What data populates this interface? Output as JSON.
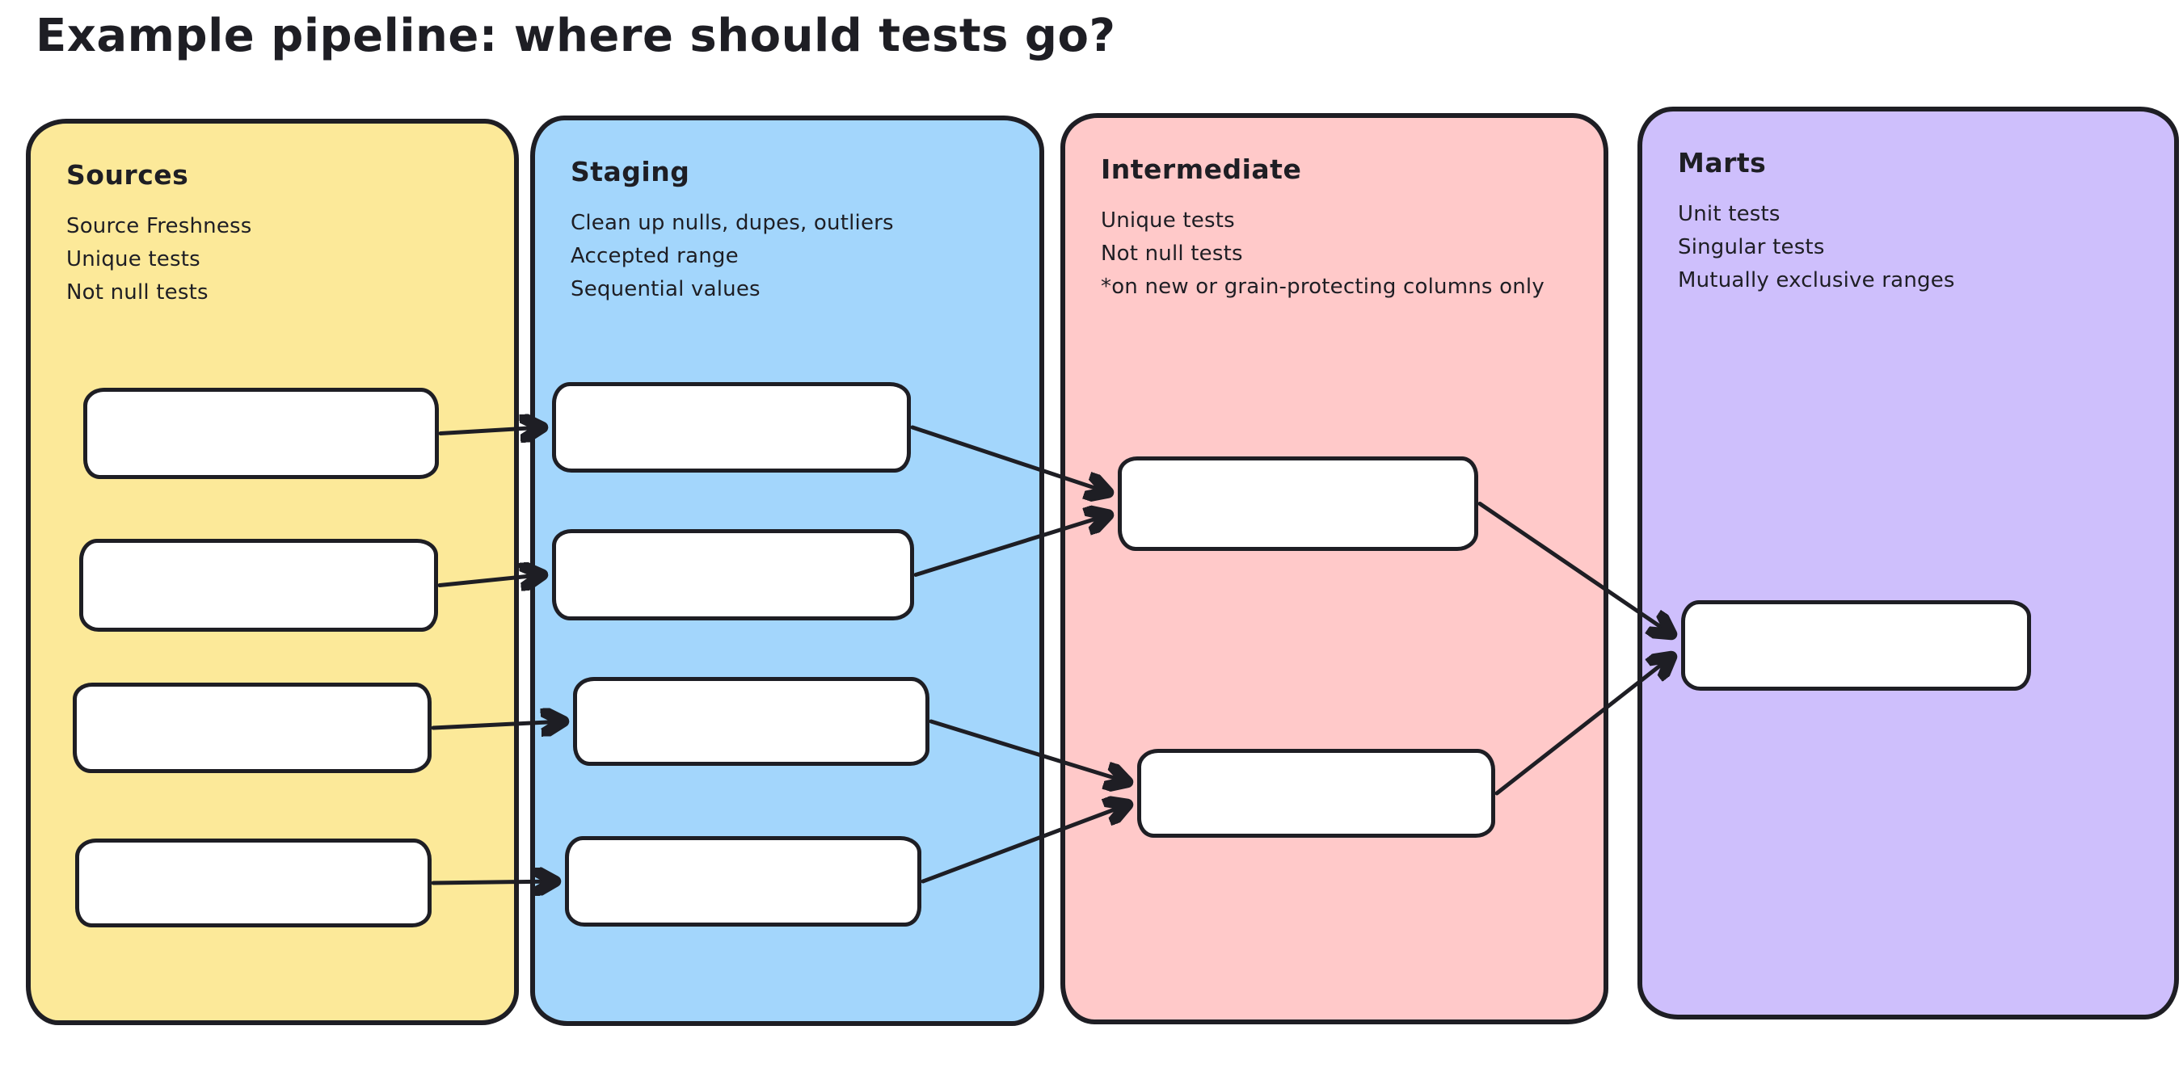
{
  "title": "Example pipeline: where should tests go?",
  "colors": {
    "ink": "#1e1e24",
    "background": "#ffffff"
  },
  "columns": [
    {
      "id": "sources",
      "label": "Sources",
      "color": "#FCE999",
      "notes": [
        "Source Freshness",
        "Unique tests",
        "Not null tests"
      ]
    },
    {
      "id": "staging",
      "label": "Staging",
      "color": "#A3D6FC",
      "notes": [
        "Clean up nulls, dupes, outliers",
        "Accepted range",
        "Sequential values"
      ]
    },
    {
      "id": "intermediate",
      "label": "Intermediate",
      "color": "#FFC9C9",
      "notes": [
        "Unique tests",
        "Not null tests",
        "*on new or grain-protecting columns only"
      ]
    },
    {
      "id": "marts",
      "label": "Marts",
      "color": "#CEBFFC",
      "notes": [
        "Unit tests",
        "Singular tests",
        "Mutually exclusive ranges"
      ]
    }
  ],
  "edges": [
    {
      "from": "sources-1",
      "to": "staging-1"
    },
    {
      "from": "sources-2",
      "to": "staging-2"
    },
    {
      "from": "sources-3",
      "to": "staging-3"
    },
    {
      "from": "sources-4",
      "to": "staging-4"
    },
    {
      "from": "staging-1",
      "to": "intermediate-1"
    },
    {
      "from": "staging-2",
      "to": "intermediate-1"
    },
    {
      "from": "staging-3",
      "to": "intermediate-2"
    },
    {
      "from": "staging-4",
      "to": "intermediate-2"
    },
    {
      "from": "intermediate-1",
      "to": "marts-1"
    },
    {
      "from": "intermediate-2",
      "to": "marts-1"
    }
  ]
}
